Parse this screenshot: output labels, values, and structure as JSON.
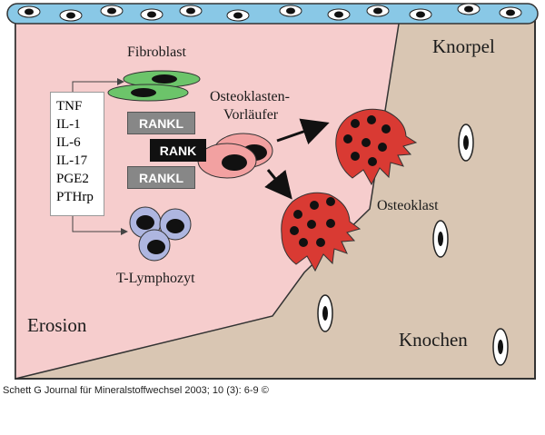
{
  "labels": {
    "cartilage": "Knorpel",
    "bone": "Knochen",
    "erosion": "Erosion",
    "fibroblast": "Fibroblast",
    "precursor_line1": "Osteoklasten-",
    "precursor_line2": "Vorläufer",
    "osteoclast": "Osteoklast",
    "t_lymphocyte": "T-Lymphozyt",
    "rankl_top": "RANKL",
    "rank": "RANK",
    "rankl_bottom": "RANKL"
  },
  "cytokines": [
    "TNF",
    "IL-1",
    "IL-6",
    "IL-17",
    "PGE2",
    "PTHrp"
  ],
  "citation": "Schett G Journal für Mineralstoffwechsel 2003; 10 (3): 6-9 ©",
  "colors": {
    "synovium": "#f6cdcd",
    "bone": "#d9c6b3",
    "top_band": "#89c8e6",
    "fibroblast": "#6cc46a",
    "osteoclast": "#d93a33",
    "precursor": "#f2a1a1",
    "t_cell": "#aeb6e0",
    "rankl_box": "#878787",
    "rank_box": "#111111"
  }
}
